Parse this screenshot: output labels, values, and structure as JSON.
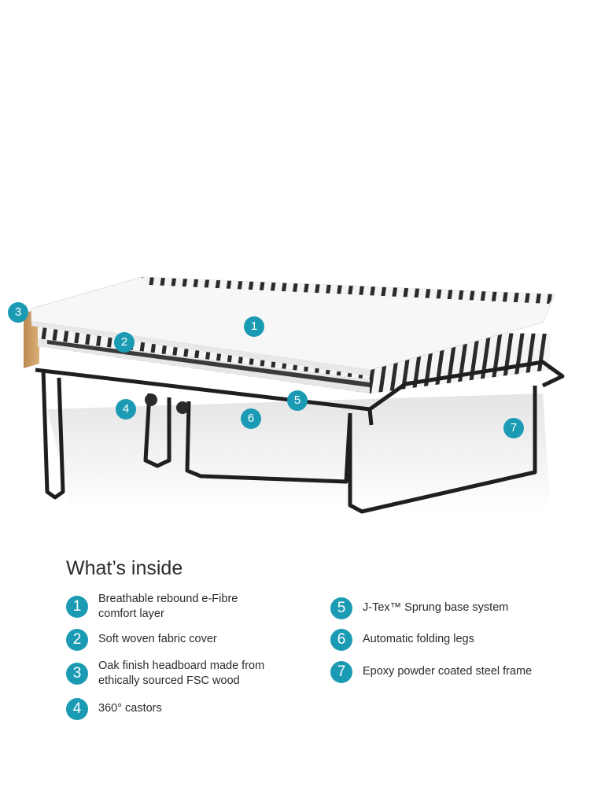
{
  "callouts": [
    {
      "number": "1"
    },
    {
      "number": "2"
    },
    {
      "number": "3"
    },
    {
      "number": "4"
    },
    {
      "number": "5"
    },
    {
      "number": "6"
    },
    {
      "number": "7"
    }
  ],
  "heading": "What’s inside",
  "features": [
    {
      "number": "1",
      "text": "Breathable rebound e-Fibre\ncomfort layer"
    },
    {
      "number": "2",
      "text": "Soft woven fabric cover"
    },
    {
      "number": "3",
      "text": "Oak finish headboard made from\nethically sourced FSC wood"
    },
    {
      "number": "4",
      "text": "360° castors"
    },
    {
      "number": "5",
      "text": "J-Tex™ Sprung base system"
    },
    {
      "number": "6",
      "text": "Automatic folding legs"
    },
    {
      "number": "7",
      "text": "Epoxy powder coated steel frame"
    }
  ],
  "colors": {
    "accent": "#1b9bb3",
    "frame": "#1f1f1f",
    "headboard": "#c49a62"
  }
}
